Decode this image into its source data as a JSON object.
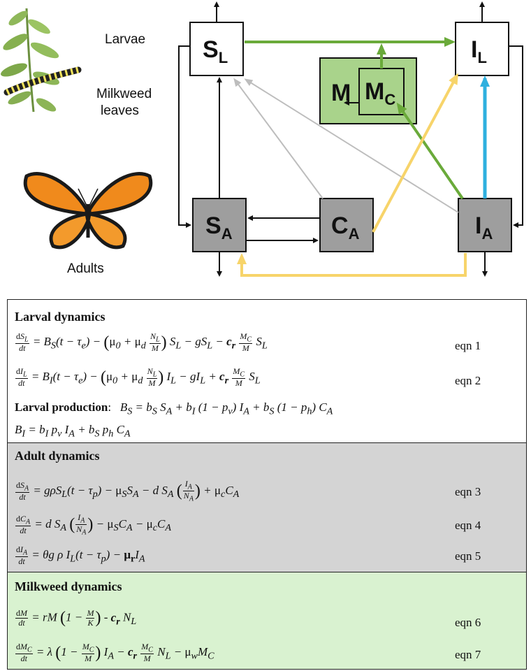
{
  "diagram": {
    "labels": {
      "larvae": "Larvae",
      "milkweed_line1": "Milkweed",
      "milkweed_line2": "leaves",
      "adults": "Adults"
    },
    "boxes": {
      "SL": {
        "main": "S",
        "sub": "L",
        "fill": "#ffffff"
      },
      "IL": {
        "main": "I",
        "sub": "L",
        "fill": "#ffffff"
      },
      "SA": {
        "main": "S",
        "sub": "A",
        "fill": "#9e9e9e"
      },
      "CA": {
        "main": "C",
        "sub": "A",
        "fill": "#9e9e9e"
      },
      "IA": {
        "main": "I",
        "sub": "A",
        "fill": "#9e9e9e"
      },
      "M": {
        "main": "M",
        "fill": "#a9d38b"
      },
      "MC": {
        "main": "M",
        "sub": "C",
        "fill": "#a9d38b"
      }
    },
    "colors": {
      "green": "#6aaa3a",
      "yellow": "#f7d46a",
      "blue": "#2fb0df",
      "gray": "#bdbdbd",
      "black": "#111111"
    }
  },
  "equations": {
    "larval": {
      "title": "Larval dynamics",
      "eqn1": "eqn 1",
      "eqn2": "eqn 2",
      "production_label": "Larval production",
      "fill": "#ffffff"
    },
    "adult": {
      "title": "Adult dynamics",
      "eqn3": "eqn 3",
      "eqn4": "eqn 4",
      "eqn5": "eqn 5",
      "fill": "#d4d4d4"
    },
    "milkweed": {
      "title": "Milkweed dynamics",
      "eqn6": "eqn 6",
      "eqn7": "eqn 7",
      "fill": "#d9f2d0"
    }
  }
}
